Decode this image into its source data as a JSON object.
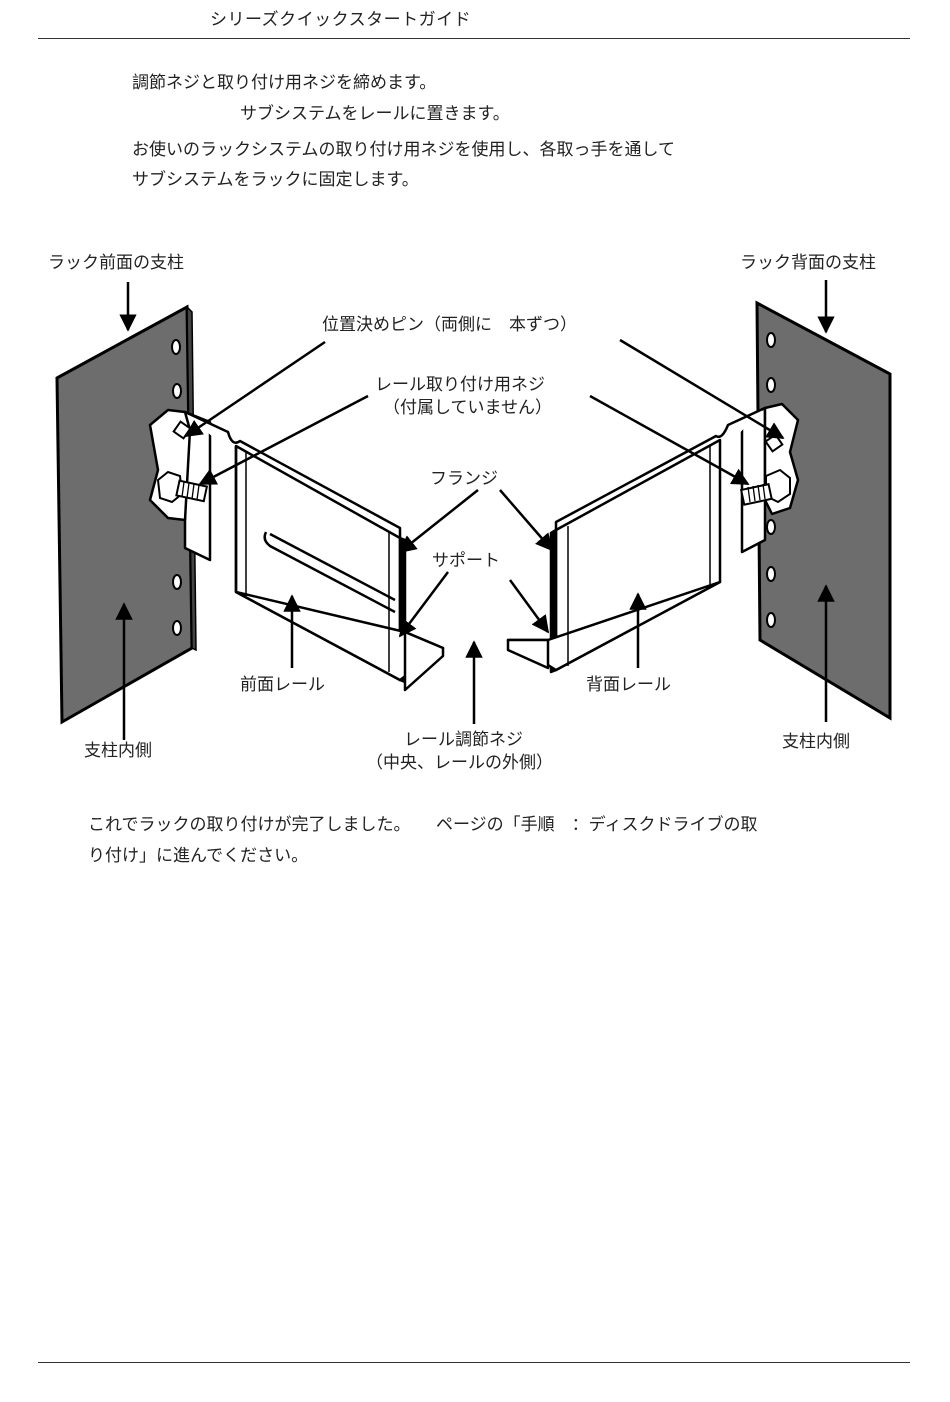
{
  "header": {
    "title": "シリーズクイックスタートガイド"
  },
  "steps": {
    "line1": "調節ネジと取り付け用ネジを締めます。",
    "line2": "サブシステムをレールに置きます。",
    "line3a": "お使いのラックシステムの取り付け用ネジを使用し、各取っ手を通して",
    "line3b": "サブシステムをラックに固定します。"
  },
  "figure": {
    "labels": {
      "front_post": "ラック前面の支柱",
      "rear_post": "ラック背面の支柱",
      "pins": "位置決めピン（両側に　本ずつ）",
      "screw1": "レール取り付け用ネジ",
      "screw2": "（付属していません）",
      "flange": "フランジ",
      "support": "サポート",
      "front_rail": "前面レール",
      "rear_rail": "背面レール",
      "post_inner_left": "支柱内側",
      "post_inner_right": "支柱内側",
      "adjust1": "レール調節ネジ",
      "adjust2": "（中央、レールの外側）"
    }
  },
  "footer_text": {
    "line1": "これでラックの取り付けが完了しました。　　ページの「手順　：ディスクドライブの取",
    "line2": "り付け」に進んでください。"
  }
}
